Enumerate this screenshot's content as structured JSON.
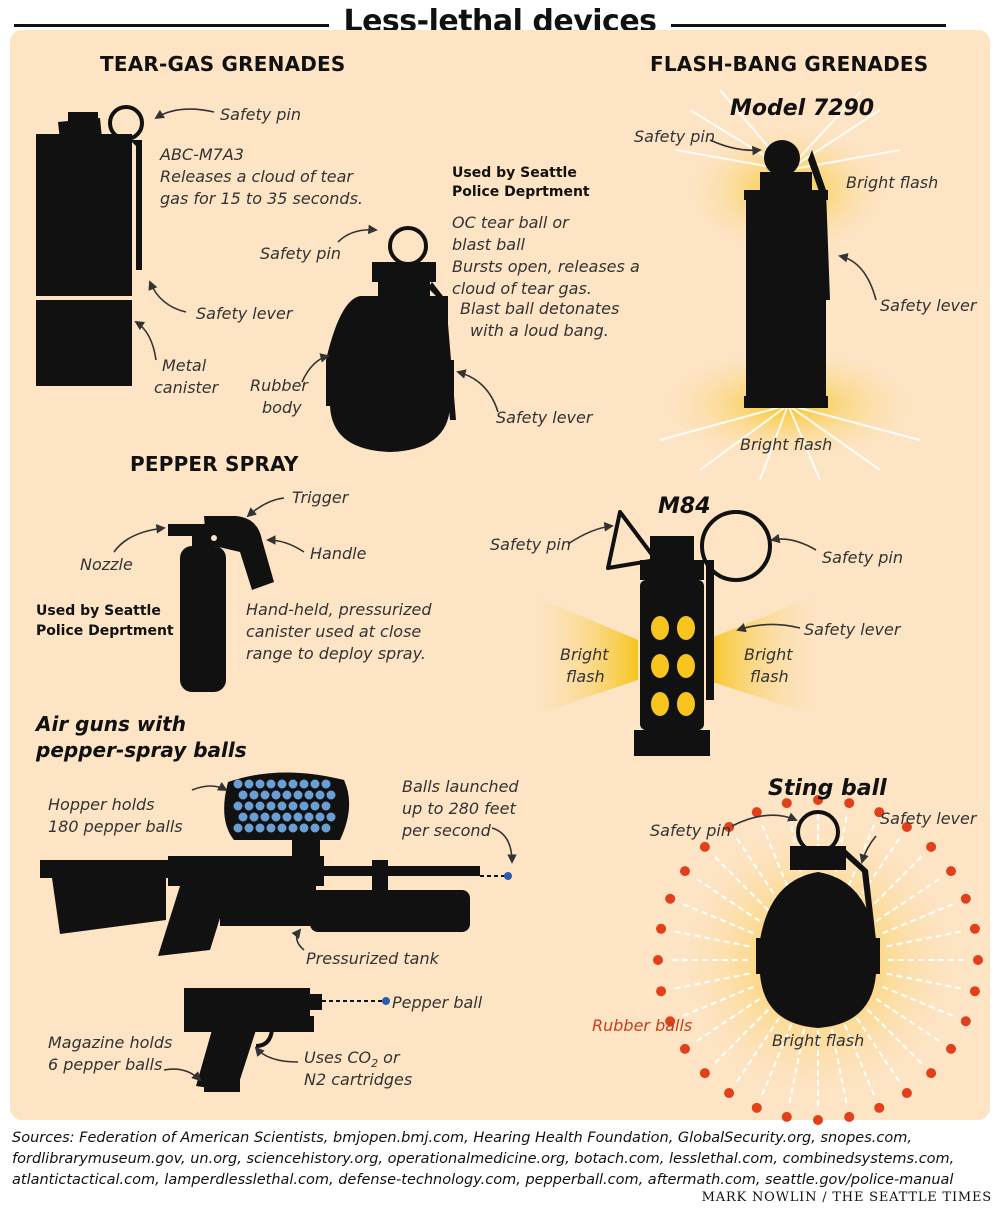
{
  "title": "Less-lethal devices",
  "sections": {
    "tear_gas": {
      "heading": "TEAR-GAS GRENADES",
      "m7a3": {
        "safety_pin": "Safety pin",
        "name": "ABC-M7A3",
        "desc_1": "Releases a cloud of tear",
        "desc_2": "gas for 15 to 35 seconds.",
        "safety_lever": "Safety lever",
        "canister_1": "Metal",
        "canister_2": "canister"
      },
      "ball": {
        "used_by_1": "Used by Seattle",
        "used_by_2": "Police Deprtment",
        "safety_pin": "Safety pin",
        "desc_1": "OC tear ball or",
        "desc_2": "blast ball",
        "desc_3": "Bursts open, releases a",
        "desc_4": "cloud of tear gas.",
        "desc_5": "Blast ball detonates",
        "desc_6": "with a loud bang.",
        "body_1": "Rubber",
        "body_2": "body",
        "safety_lever": "Safety lever"
      }
    },
    "flash_bang": {
      "heading": "FLASH-BANG GRENADES",
      "model_7290": {
        "name": "Model 7290",
        "safety_pin": "Safety pin",
        "bright_flash_top": "Bright flash",
        "safety_lever": "Safety lever",
        "bright_flash_bottom": "Bright flash"
      },
      "m84": {
        "name": "M84",
        "safety_pin_left": "Safety pin",
        "safety_pin_right": "Safety pin",
        "safety_lever": "Safety lever",
        "bright_left": "Bright",
        "flash_left": "flash",
        "bright_right": "Bright",
        "flash_right": "flash"
      },
      "sting_ball": {
        "name": "Sting ball",
        "safety_pin": "Safety pin",
        "safety_lever": "Safety lever",
        "rubber_balls": "Rubber balls",
        "bright_flash": "Bright flash"
      }
    },
    "pepper_spray": {
      "heading": "PEPPER SPRAY",
      "trigger": "Trigger",
      "handle": "Handle",
      "nozzle": "Nozzle",
      "used_by_1": "Used by Seattle",
      "used_by_2": "Police Deprtment",
      "desc_1": "Hand-held, pressurized",
      "desc_2": "canister used at close",
      "desc_3": "range to deploy spray."
    },
    "air_guns": {
      "heading_1": "Air guns with",
      "heading_2": "pepper-spray balls",
      "hopper_1": "Hopper holds",
      "hopper_2": "180 pepper balls",
      "balls_1": "Balls launched",
      "balls_2": "up to 280 feet",
      "balls_3": "per second",
      "tank": "Pressurized tank",
      "pepper_ball": "Pepper ball",
      "magazine_1": "Magazine holds",
      "magazine_2": "6 pepper balls",
      "cartridges_1": "Uses CO",
      "cartridges_sub": "2",
      "cartridges_2": " or",
      "cartridges_3": "N2 cartridges"
    }
  },
  "sources": {
    "line_1": "Sources: Federation of American Scientists, bmjopen.bmj.com, Hearing Health Foundation, GlobalSecurity.org, snopes.com,",
    "line_2": "fordlibrarymuseum.gov, un.org, sciencehistory.org, operationalmedicine.org, botach.com, lesslethal.com, combinedsystems.com,",
    "line_3": "atlantictactical.com, lamperdlesslethal.com, defense-technology.com, pepperball.com, aftermath.com, seattle.gov/police-manual"
  },
  "credit": "MARK NOWLIN / THE SEATTLE TIMES",
  "colors": {
    "panel": "#fde4c5",
    "ink": "#111111",
    "flash": "#f7c51e",
    "ball_blue": "#6a9fd6",
    "rubber_red": "#e0401a"
  }
}
